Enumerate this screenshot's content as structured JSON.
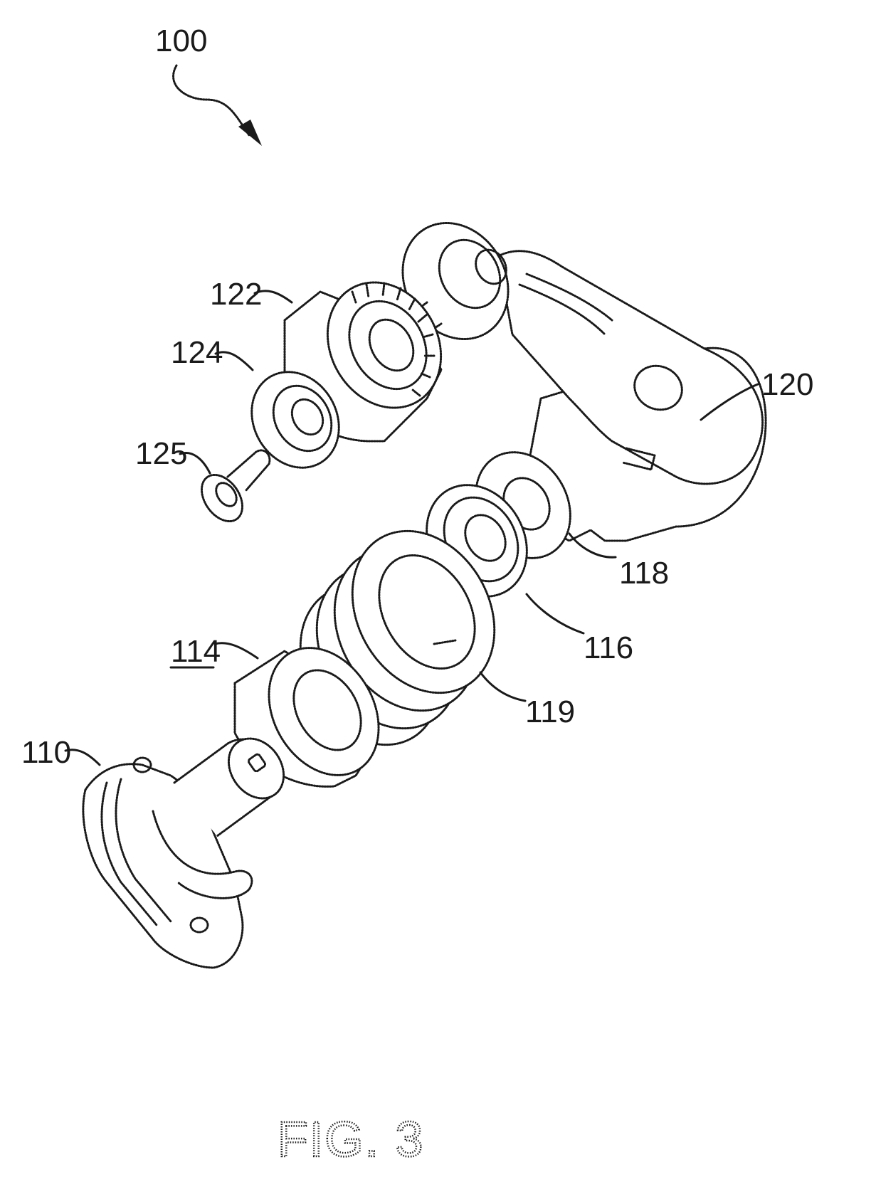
{
  "figure": {
    "label": "FIG. 3"
  },
  "reference_numerals": {
    "assembly": "100",
    "base_bracket": "110",
    "bushing": "114",
    "spring": "119",
    "washer_a": "116",
    "washer_b": "118",
    "arm": "120",
    "cap": "122",
    "washer_c": "124",
    "screw": "125"
  }
}
